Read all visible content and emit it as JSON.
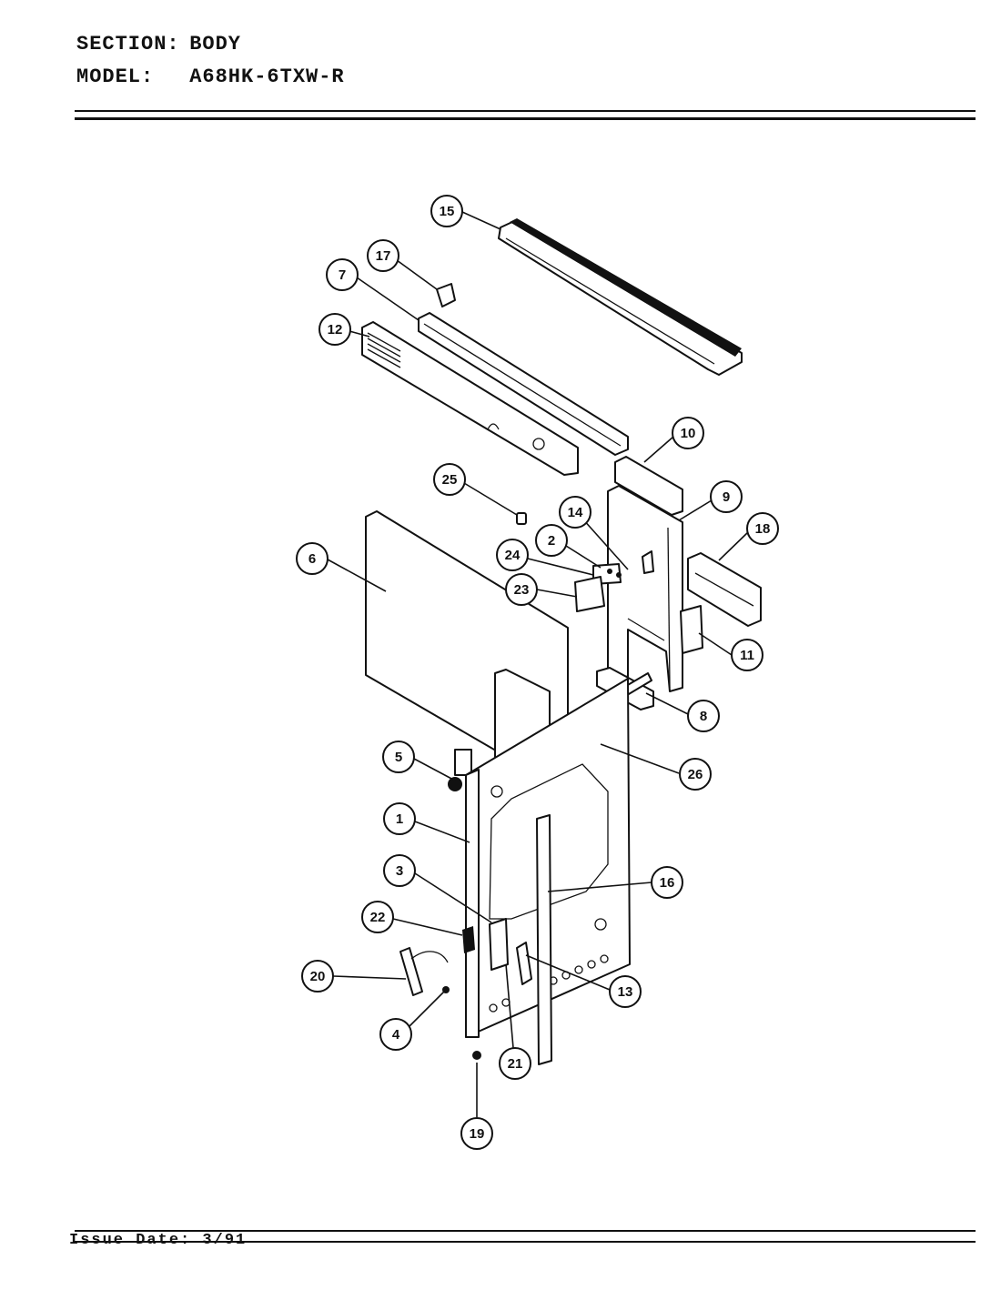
{
  "header": {
    "section_label": "SECTION:",
    "section_value": "BODY",
    "model_label": "MODEL:",
    "model_value": "A68HK-6TXW-R"
  },
  "footer": {
    "issue_date": "Issue Date: 3/91"
  },
  "callouts": [
    "15",
    "17",
    "7",
    "12",
    "10",
    "25",
    "9",
    "14",
    "2",
    "18",
    "24",
    "6",
    "23",
    "11",
    "8",
    "5",
    "26",
    "1",
    "16",
    "3",
    "22",
    "20",
    "13",
    "4",
    "21",
    "19"
  ]
}
